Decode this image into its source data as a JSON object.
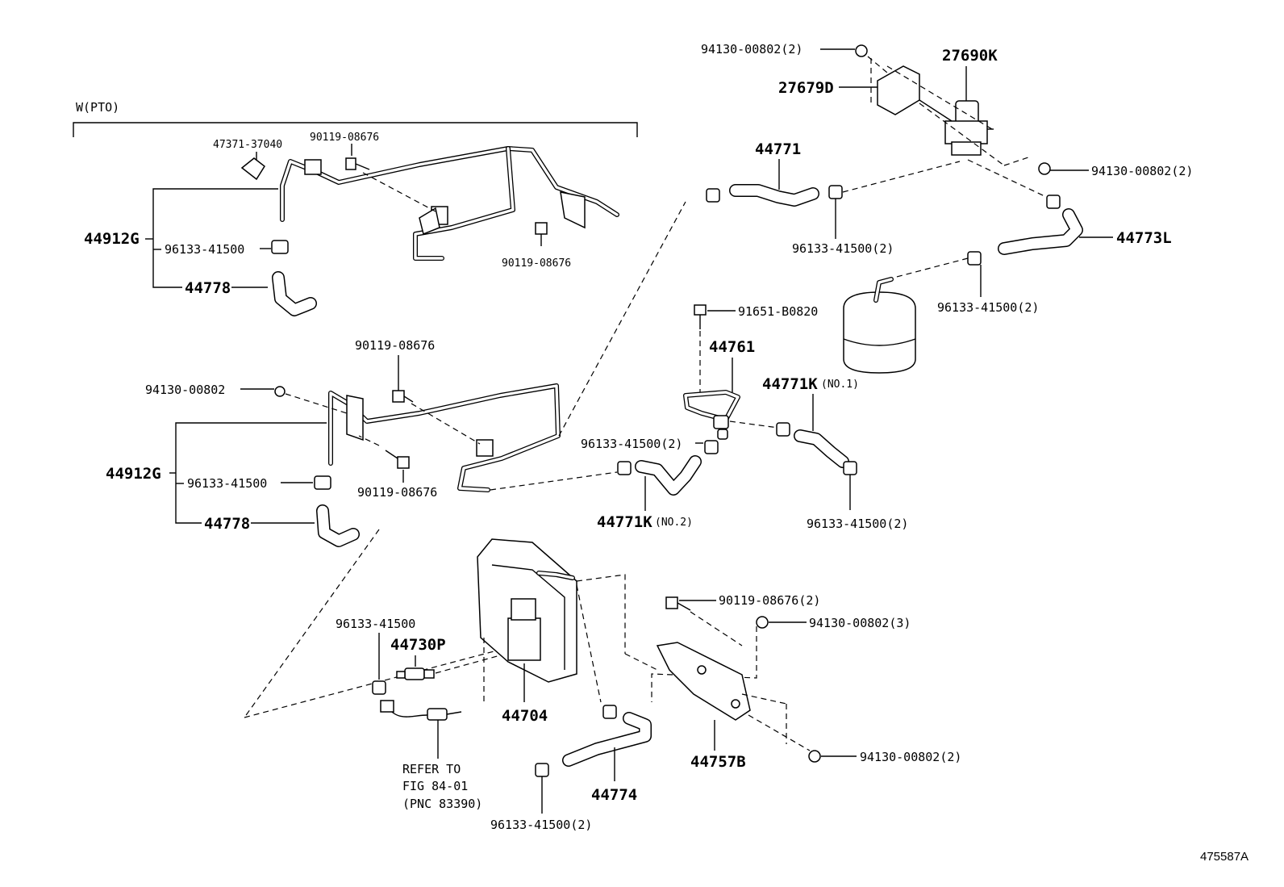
{
  "labels": {
    "section_title": "W(PTO)",
    "p47371": "47371-37040",
    "p90119_a": "90119-08676",
    "p90119_b": "90119-08676",
    "p44912g_a": "44912G",
    "p96133_a": "96133-41500",
    "p44778_a": "44778",
    "p90119_c": "90119-08676",
    "p94130_a": "94130-00802",
    "p44912g_b": "44912G",
    "p96133_b": "96133-41500",
    "p90119_d": "90119-08676",
    "p44778_b": "44778",
    "p94130_top": "94130-00802(2)",
    "p27690k": "27690K",
    "p27679d": "27679D",
    "p44771": "44771",
    "p94130_right": "94130-00802(2)",
    "p96133_c": "96133-41500(2)",
    "p44773l": "44773L",
    "p96133_d": "96133-41500(2)",
    "p91651": "91651-B0820",
    "p44761": "44761",
    "p44771k_1": "44771K",
    "p44771k_1_note": "(NO.1)",
    "p96133_e": "96133-41500(2)",
    "p44771k_2": "44771K",
    "p44771k_2_note": "(NO.2)",
    "p96133_f": "96133-41500(2)",
    "p96133_g": "96133-41500",
    "p44730p": "44730P",
    "p44704": "44704",
    "p90119_e": "90119-08676(2)",
    "p94130_b": "94130-00802(3)",
    "p44757b": "44757B",
    "p94130_c": "94130-00802(2)",
    "p44774": "44774",
    "p96133_h": "96133-41500(2)",
    "refer_line1": "REFER TO",
    "refer_line2": "FIG 84-01",
    "refer_line3": "(PNC 83390)",
    "figure_id": "475587A"
  }
}
